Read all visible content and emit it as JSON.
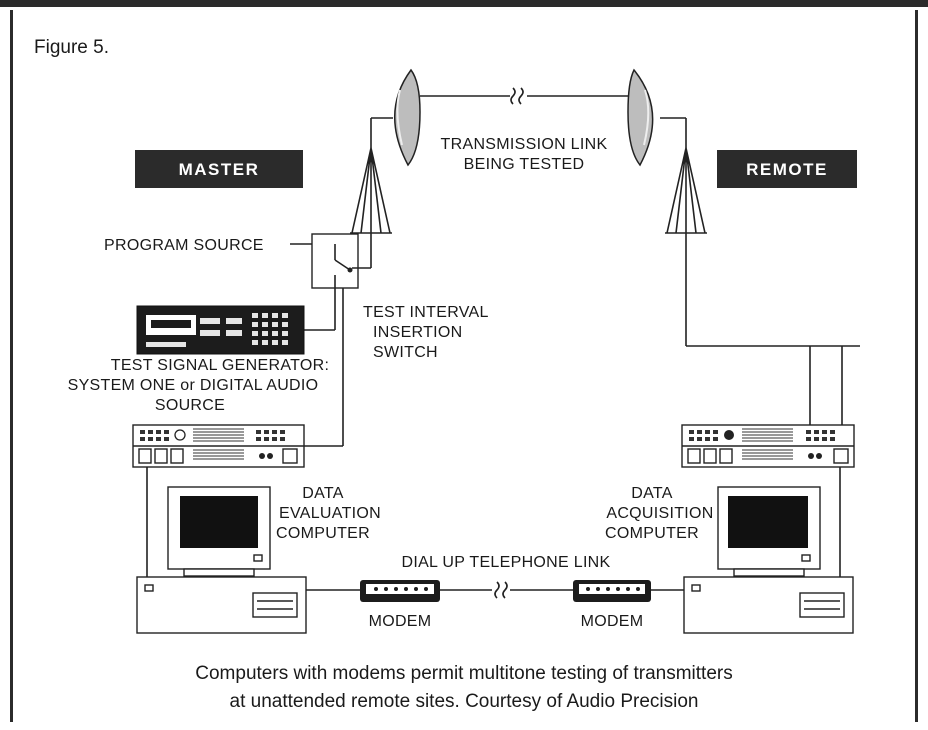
{
  "figure_title": "Figure 5.",
  "badges": {
    "master": "MASTER",
    "remote": "REMOTE"
  },
  "labels": {
    "transmission_link": [
      "TRANSMISSION LINK",
      "BEING TESTED"
    ],
    "program_source": "PROGRAM SOURCE",
    "switch": [
      "TEST INTERVAL",
      "INSERTION",
      "SWITCH"
    ],
    "generator": [
      "TEST SIGNAL GENERATOR:",
      "SYSTEM ONE or DIGITAL AUDIO",
      "SOURCE"
    ],
    "eval_computer": [
      "DATA",
      "EVALUATION",
      "COMPUTER"
    ],
    "acq_computer": [
      "DATA",
      "ACQUISITION",
      "COMPUTER"
    ],
    "telephone_link": "DIAL UP TELEPHONE LINK",
    "modem_left": "MODEM",
    "modem_right": "MODEM"
  },
  "caption": [
    "Computers with modems permit multitone testing of transmitters",
    "at unattended remote sites. Courtesy of Audio Precision"
  ],
  "colors": {
    "ink": "#1a1a1a",
    "badge": "#2b2b2b",
    "screen": "#111111"
  }
}
